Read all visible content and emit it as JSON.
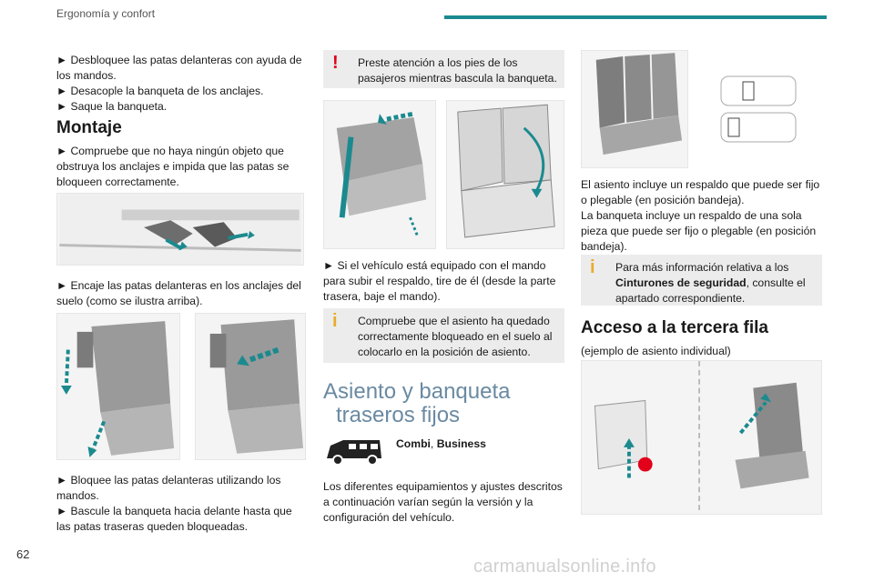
{
  "header": {
    "section_title": "Ergonomía y confort"
  },
  "page_number": "62",
  "watermark": "carmanualsonline.info",
  "col1": {
    "intro_bullets": [
      "► Desbloquee las patas delanteras con ayuda de los mandos.",
      "► Desacople la banqueta de los anclajes.",
      "► Saque la banqueta."
    ],
    "heading": "Montaje",
    "bullet_check": "► Compruebe que no haya ningún objeto que obstruya los anclajes e impida que las patas se bloqueen correctamente.",
    "bullet_engage": "► Encaje las patas delanteras en los anclajes del suelo (como se ilustra arriba).",
    "bullet_lock": "► Bloquee las patas delanteras utilizando los mandos.",
    "bullet_tilt": "► Bascule la banqueta hacia delante hasta que las patas traseras queden bloqueadas."
  },
  "col2": {
    "warning_text": "Preste atención a los pies de los pasajeros mientras bascula la banqueta.",
    "bullet_raise": "► Si el vehículo está equipado con el mando para subir el respaldo, tire de él (desde la parte trasera, baje el mando).",
    "info_text": "Compruebe que el asiento ha quedado correctamente bloqueado en el suelo al colocarlo en la posición de asiento.",
    "section_title_line1": "Asiento y banqueta",
    "section_title_line2": "traseros fijos",
    "versions": "Combi, Business",
    "versions_a": "Combi",
    "versions_b": "Business",
    "description": "Los diferentes equipamientos y ajustes descritos a continuación varían según la versión y la configuración del vehículo."
  },
  "col3": {
    "para1": "El asiento incluye un respaldo que puede ser fijo o plegable (en posición bandeja).",
    "para2": "La banqueta incluye un respaldo de una sola pieza que puede ser fijo o plegable (en posición bandeja).",
    "info_pre": "Para más información relativa a los ",
    "info_bold": "Cinturones de seguridad",
    "info_post": ", consulte el apartado correspondiente.",
    "heading": "Acceso a la tercera fila",
    "example": "(ejemplo de asiento individual)"
  },
  "colors": {
    "accent": "#1b8a8f",
    "heading_blue": "#6a8aa2",
    "warning_red": "#e2001a",
    "info_yellow": "#e8ac2a",
    "box_gray": "#ececec"
  },
  "icons": [
    "warning-icon",
    "info-icon"
  ]
}
